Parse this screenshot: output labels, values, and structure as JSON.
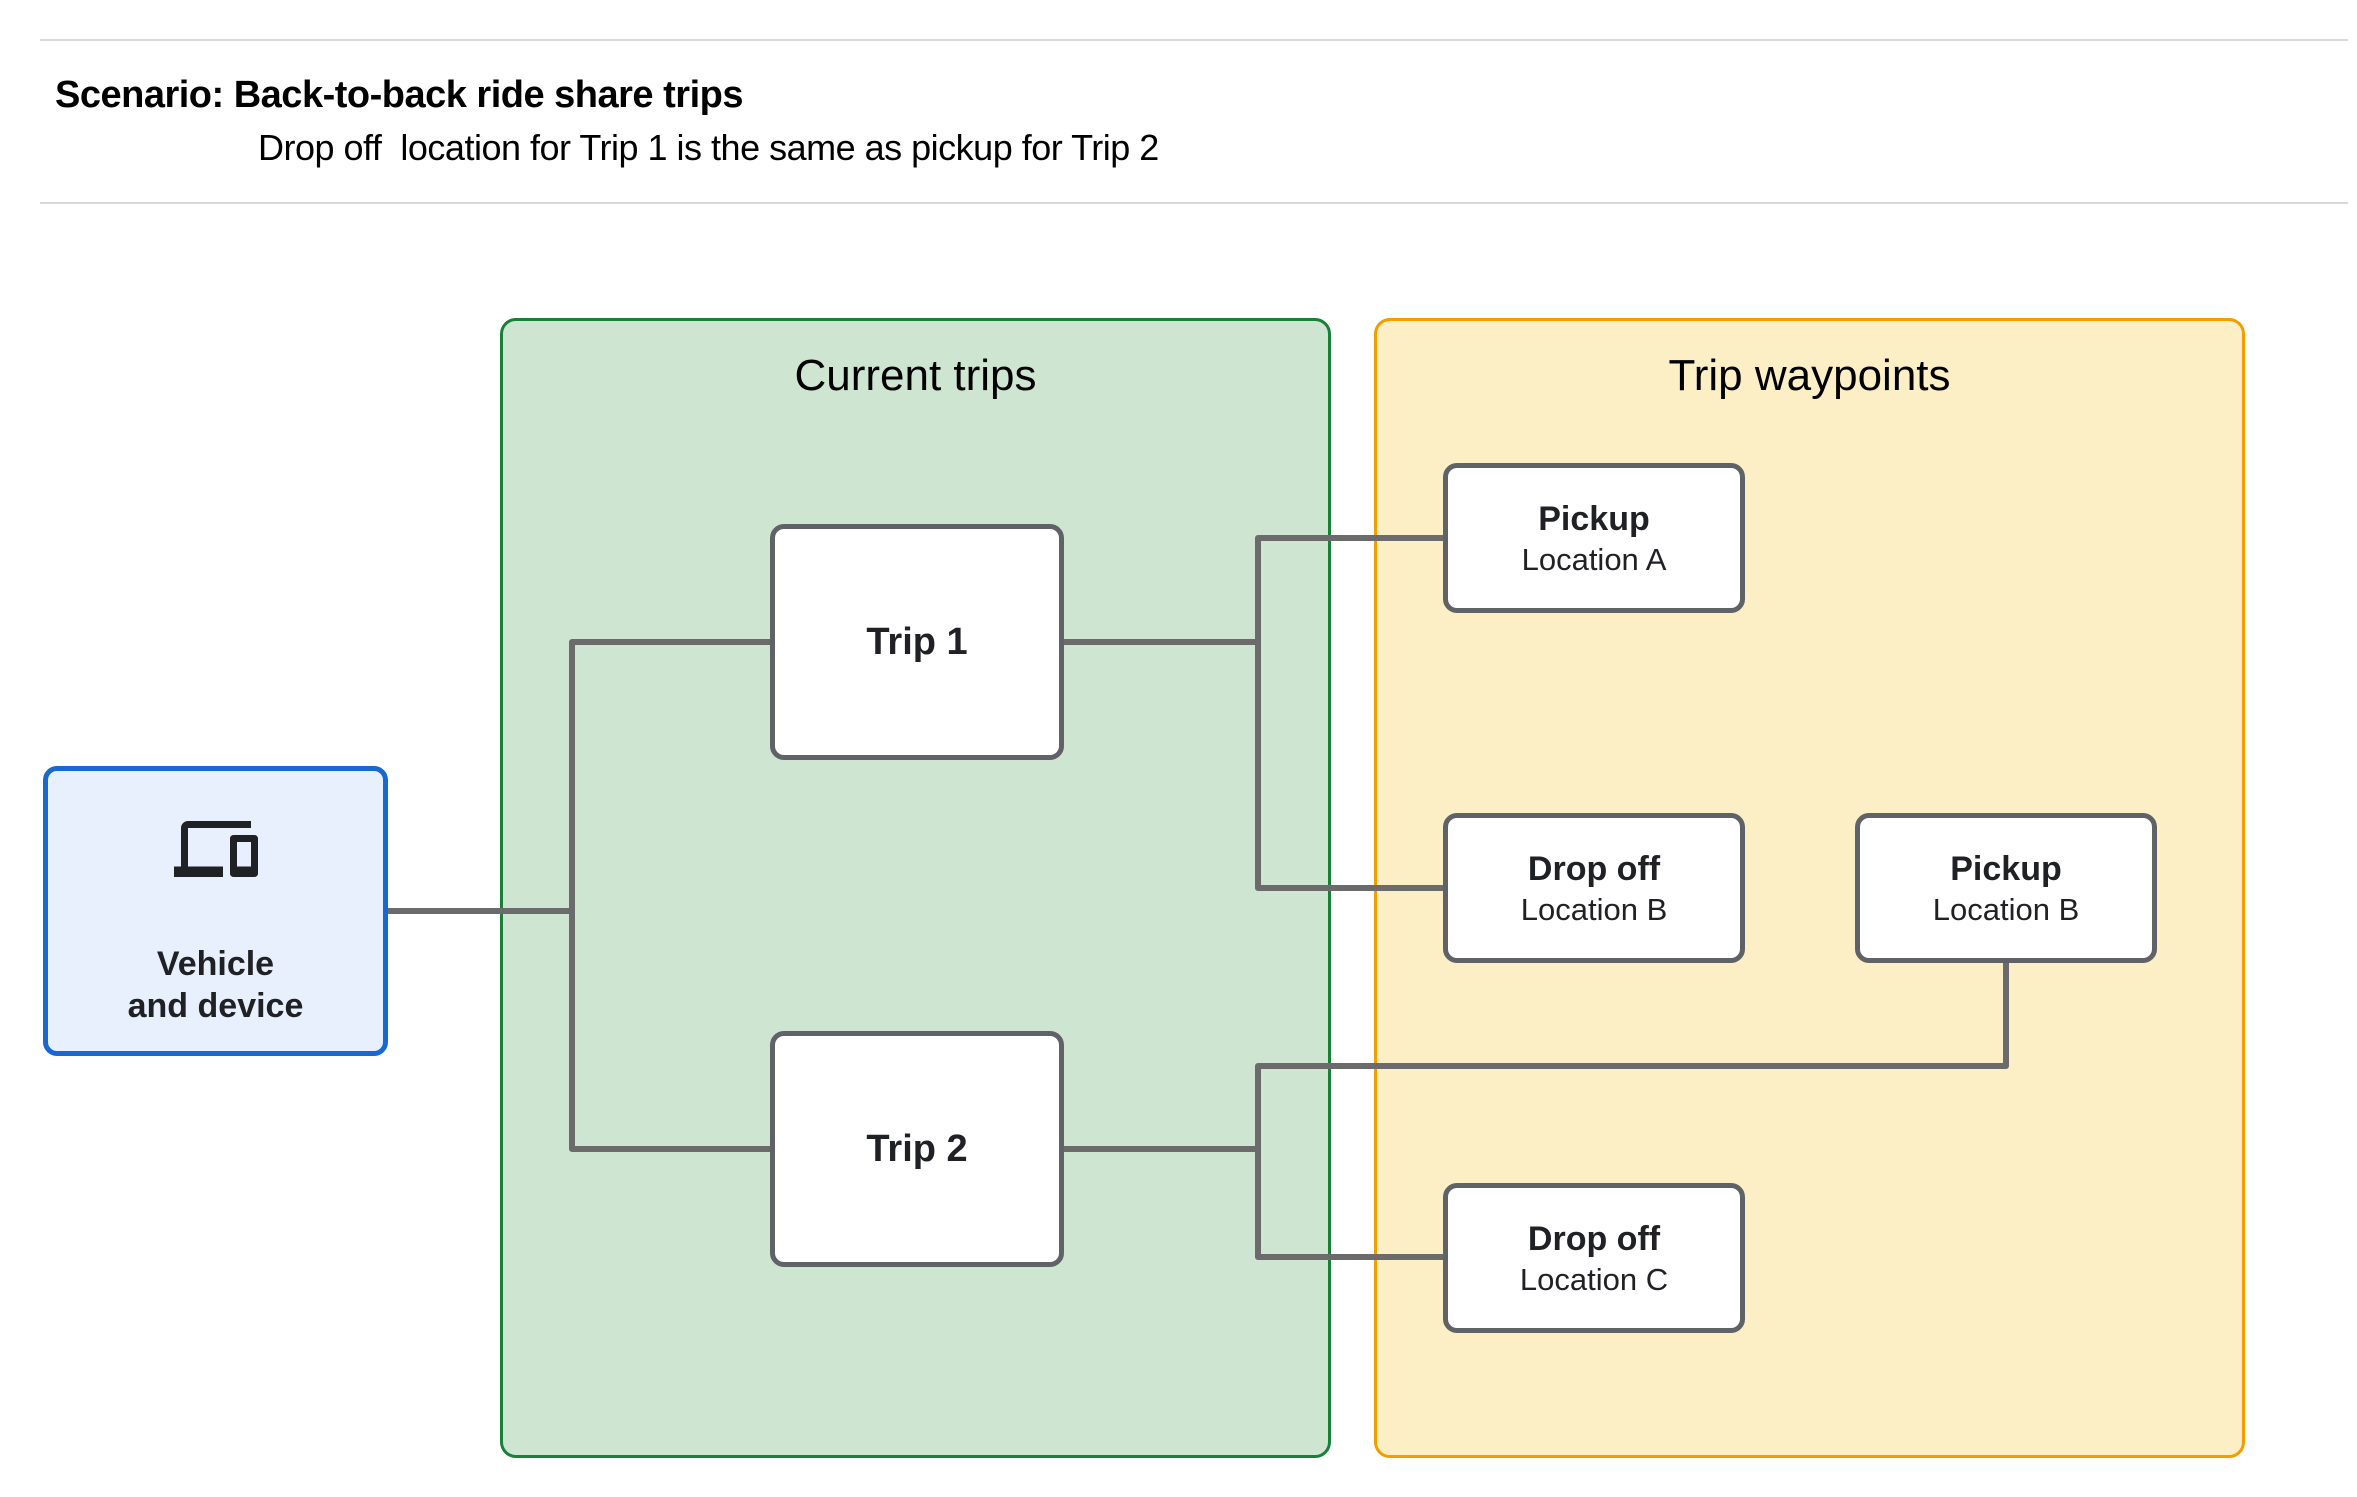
{
  "header": {
    "title": "Scenario: Back-to-back ride share trips",
    "subtitle": "Drop off  location for Trip 1 is the same as pickup for Trip 2"
  },
  "vehicle": {
    "icon": "devices-icon",
    "label_line1": "Vehicle",
    "label_line2": "and device"
  },
  "groups": {
    "current_trips": {
      "title": "Current trips"
    },
    "trip_waypoints": {
      "title": "Trip waypoints"
    }
  },
  "trips": [
    {
      "label": "Trip 1"
    },
    {
      "label": "Trip 2"
    }
  ],
  "waypoints": [
    {
      "title": "Pickup",
      "subtitle": "Location A"
    },
    {
      "title": "Drop off",
      "subtitle": "Location B"
    },
    {
      "title": "Pickup",
      "subtitle": "Location B"
    },
    {
      "title": "Drop off",
      "subtitle": "Location C"
    }
  ],
  "colors": {
    "vehicle_fill": "#e8f0fe",
    "vehicle_border": "#1967d2",
    "current_trips_fill": "#cee5d2",
    "current_trips_border": "#188038",
    "waypoints_fill": "#fceec5",
    "waypoints_border": "#f29d00",
    "node_border": "#5f6368",
    "connector": "#6b6b6b",
    "divider": "#d9d9d9"
  }
}
